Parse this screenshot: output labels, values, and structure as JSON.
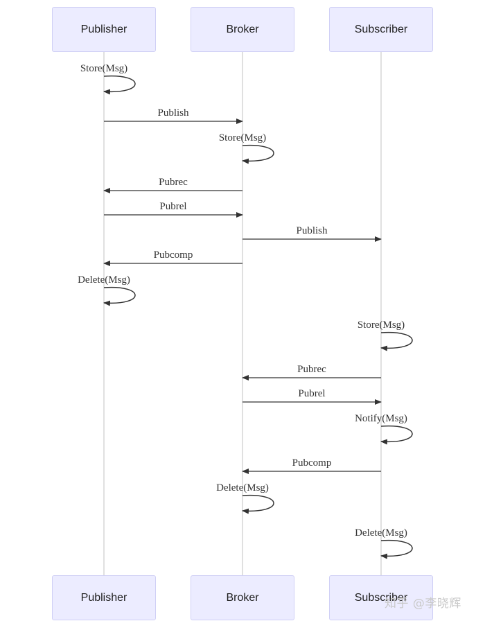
{
  "participants": [
    {
      "id": "publisher",
      "label": "Publisher"
    },
    {
      "id": "broker",
      "label": "Broker"
    },
    {
      "id": "subscriber",
      "label": "Subscriber"
    }
  ],
  "messages": [
    {
      "from": "publisher",
      "to": "publisher",
      "label": "Store(Msg)"
    },
    {
      "from": "publisher",
      "to": "broker",
      "label": "Publish"
    },
    {
      "from": "broker",
      "to": "broker",
      "label": "Store(Msg)"
    },
    {
      "from": "broker",
      "to": "publisher",
      "label": "Pubrec"
    },
    {
      "from": "publisher",
      "to": "broker",
      "label": "Pubrel"
    },
    {
      "from": "broker",
      "to": "subscriber",
      "label": "Publish"
    },
    {
      "from": "broker",
      "to": "publisher",
      "label": "Pubcomp"
    },
    {
      "from": "publisher",
      "to": "publisher",
      "label": "Delete(Msg)"
    },
    {
      "from": "subscriber",
      "to": "subscriber",
      "label": "Store(Msg)"
    },
    {
      "from": "subscriber",
      "to": "broker",
      "label": "Pubrec"
    },
    {
      "from": "broker",
      "to": "subscriber",
      "label": "Pubrel"
    },
    {
      "from": "subscriber",
      "to": "subscriber",
      "label": "Notify(Msg)"
    },
    {
      "from": "subscriber",
      "to": "broker",
      "label": "Pubcomp"
    },
    {
      "from": "broker",
      "to": "broker",
      "label": "Delete(Msg)"
    },
    {
      "from": "subscriber",
      "to": "subscriber",
      "label": "Delete(Msg)"
    }
  ],
  "colors": {
    "actor_fill": "#ececff",
    "actor_border": "#cfcff5",
    "lifeline": "#d6d6d6",
    "arrow": "#333333"
  },
  "watermark": "知乎 @李晓辉"
}
